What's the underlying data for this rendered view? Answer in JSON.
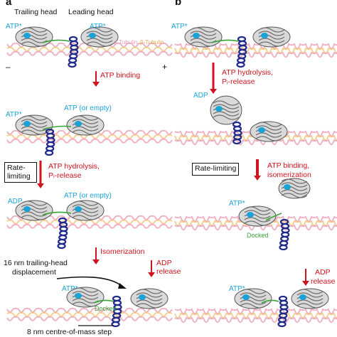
{
  "panels": [
    {
      "letter": "a",
      "header": {
        "trailing": "Trailing head",
        "leading": "Leading head"
      },
      "tubulin": {
        "alpha": "α-Tubulin",
        "beta": "β-Tubulin"
      },
      "polarity": {
        "minus": "–",
        "plus": "+"
      },
      "states": [
        {
          "left": "ATP*",
          "right": "ATP*"
        },
        {
          "left": "ATP*",
          "right": "ATP (or empty)"
        },
        {
          "left": "ADP",
          "right": "ATP (or empty)"
        },
        {
          "left": "ATP*"
        }
      ],
      "steps": [
        {
          "lines": [
            "ATP binding"
          ]
        },
        {
          "lines": [
            "ATP hydrolysis,",
            "Pᵢ-release"
          ],
          "rate_limiting": "Rate-\nlimiting"
        },
        {
          "lines": [
            "Isomerization"
          ]
        },
        {
          "lines": [
            "ADP",
            "release"
          ]
        }
      ],
      "docked": "Docked",
      "displacement": [
        "16 nm trailing-head",
        "displacement"
      ],
      "com_step": "8 nm centre-of-mass step"
    },
    {
      "letter": "b",
      "states": [
        {
          "left": "ATP*"
        },
        {
          "detached": "ADP"
        },
        {
          "left": "ATP*"
        },
        {
          "left": "ATP*"
        }
      ],
      "steps": [
        {
          "lines": [
            "ATP hydrolysis,",
            "Pᵢ-release"
          ]
        },
        {
          "lines": [
            "ATP binding,",
            "isomerization"
          ],
          "rate_limiting": "Rate-limiting"
        },
        {
          "lines": [
            "ADP",
            "release"
          ]
        }
      ],
      "docked": "Docked"
    }
  ],
  "colors": {
    "atp_cyan": "#1aa3d6",
    "arrow_red": "#d0141f",
    "neck_navy": "#1f2a8a",
    "docked_green": "#3aa335",
    "alpha_tubulin": "#e7a1b6",
    "beta_tubulin": "#f2c37a"
  }
}
